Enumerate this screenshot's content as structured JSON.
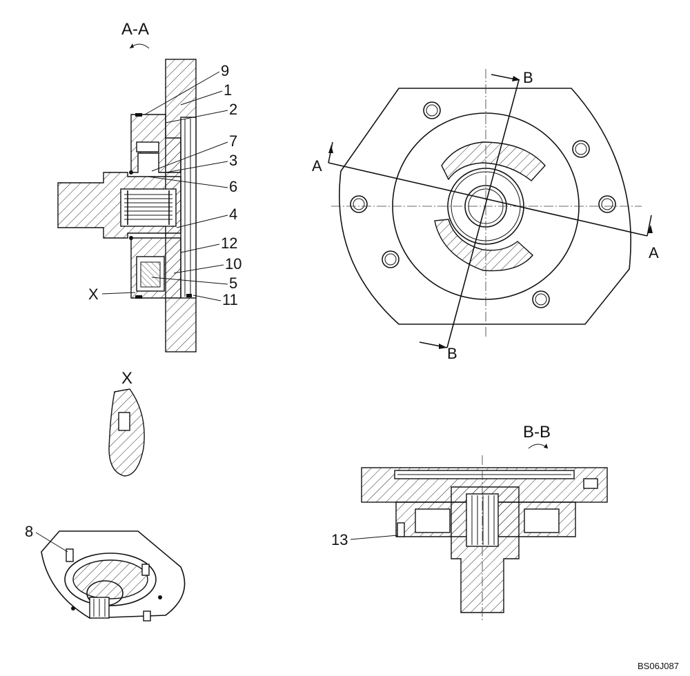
{
  "section_aa": {
    "title": "A-A",
    "callouts": [
      "9",
      "1",
      "2",
      "7",
      "3",
      "6",
      "4",
      "12",
      "10",
      "5",
      "11"
    ],
    "detail_marker": "X"
  },
  "detail_x": {
    "title": "X"
  },
  "front_view": {
    "cut_a_start": "A",
    "cut_a_end": "A",
    "cut_b_start": "B",
    "cut_b_end": "B"
  },
  "section_bb": {
    "title": "B-B",
    "callout": "13"
  },
  "isometric": {
    "callout": "8"
  },
  "drawing_code": "BS06J087"
}
